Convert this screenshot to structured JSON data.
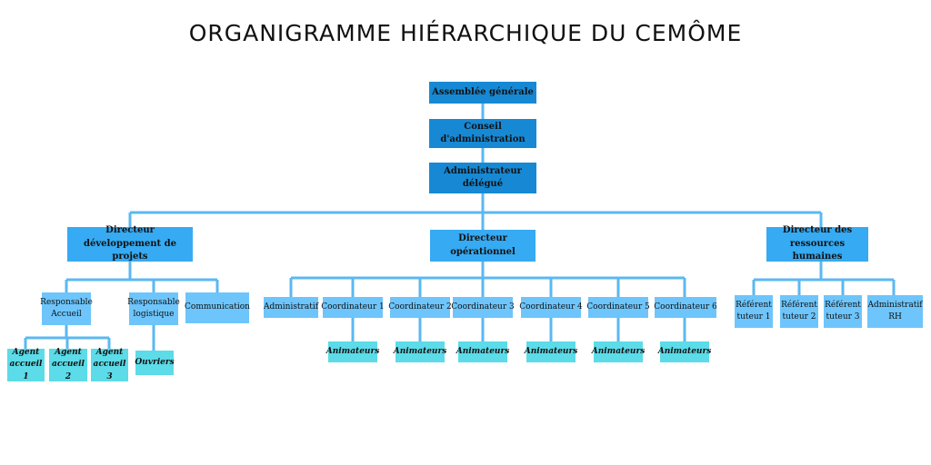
{
  "title": "ORGANIGRAMME HIÉRARCHIQUE DU CEMÔME",
  "colors": {
    "line": "#5bb8f2",
    "level_top": "#1789d4",
    "level_director": "#36aaf2",
    "level_staff": "#6dc5fb",
    "level_field": "#5cdbe8"
  },
  "governance": {
    "assemblee": "Assemblée générale",
    "conseil": "Conseil d'administration",
    "administrateur": "Administrateur délégué"
  },
  "directors": {
    "projets": "Directeur développement de projets",
    "operationnel": "Directeur opérationnel",
    "rh": "Directeur des ressources humaines"
  },
  "projets_team": {
    "responsable_accueil": "Responsable Accueil",
    "responsable_logistique": "Responsable logistique",
    "communication": "Communication",
    "agent_1": "Agent accueil 1",
    "agent_2": "Agent accueil 2",
    "agent_3": "Agent accueil 3",
    "ouvriers": "Ouvriers"
  },
  "operationnel_team": {
    "administratif": "Administratif",
    "coordinateurs": [
      "Coordinateur 1",
      "Coordinateur 2",
      "Coordinateur 3",
      "Coordinateur 4",
      "Coordinateur 5",
      "Coordinateur 6"
    ],
    "animateurs": [
      "Animateurs",
      "Animateurs",
      "Animateurs",
      "Animateurs",
      "Animateurs",
      "Animateurs"
    ]
  },
  "rh_team": {
    "referent_1": "Référent tuteur 1",
    "referent_2": "Référent tuteur 2",
    "referent_3": "Référent tuteur 3",
    "administratif_rh": "Administratif RH"
  }
}
